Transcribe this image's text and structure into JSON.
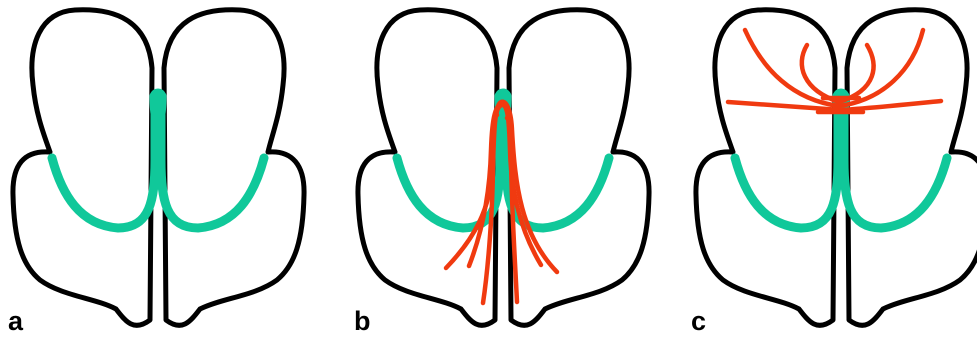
{
  "colors": {
    "outline": "#000000",
    "tract_green": "#10c89a",
    "fibers_red": "#f03a10",
    "background": "#ffffff"
  },
  "panels": [
    {
      "label": "a",
      "fibers": "none"
    },
    {
      "label": "b",
      "fibers": "vertical-bundle"
    },
    {
      "label": "c",
      "fibers": "horizontal-fan"
    }
  ]
}
